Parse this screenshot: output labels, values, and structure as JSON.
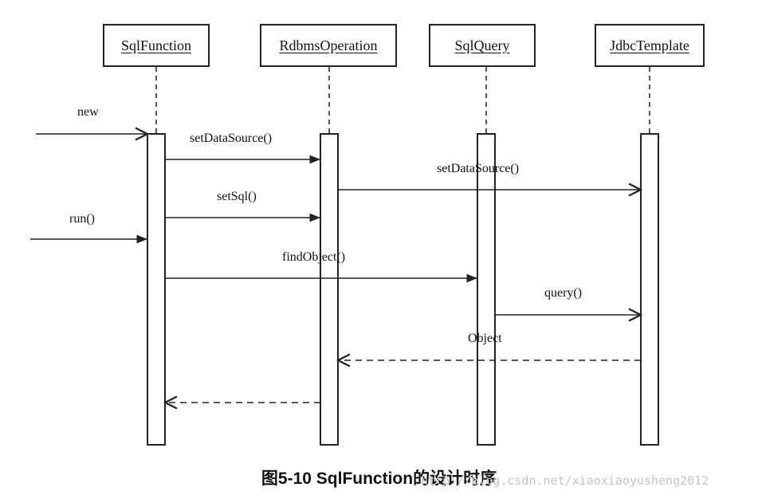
{
  "participants": {
    "sql_function": "SqlFunction",
    "rdbms_operation": "RdbmsOperation",
    "sql_query": "SqlQuery",
    "jdbc_template": "JdbcTemplate"
  },
  "messages": {
    "new": "new",
    "run": "run()",
    "set_data_source_1": "setDataSource()",
    "set_data_source_2": "setDataSource()",
    "set_sql": "setSql()",
    "find_object": "findObject()",
    "query": "query()",
    "object_return": "Object"
  },
  "caption": "图5-10   SqlFunction的设计时序",
  "watermark": "http://blog.csdn.net/xiaoxiaoyusheng2012",
  "colors": {
    "line": "#222222",
    "watermark": "#c4c4c4"
  }
}
